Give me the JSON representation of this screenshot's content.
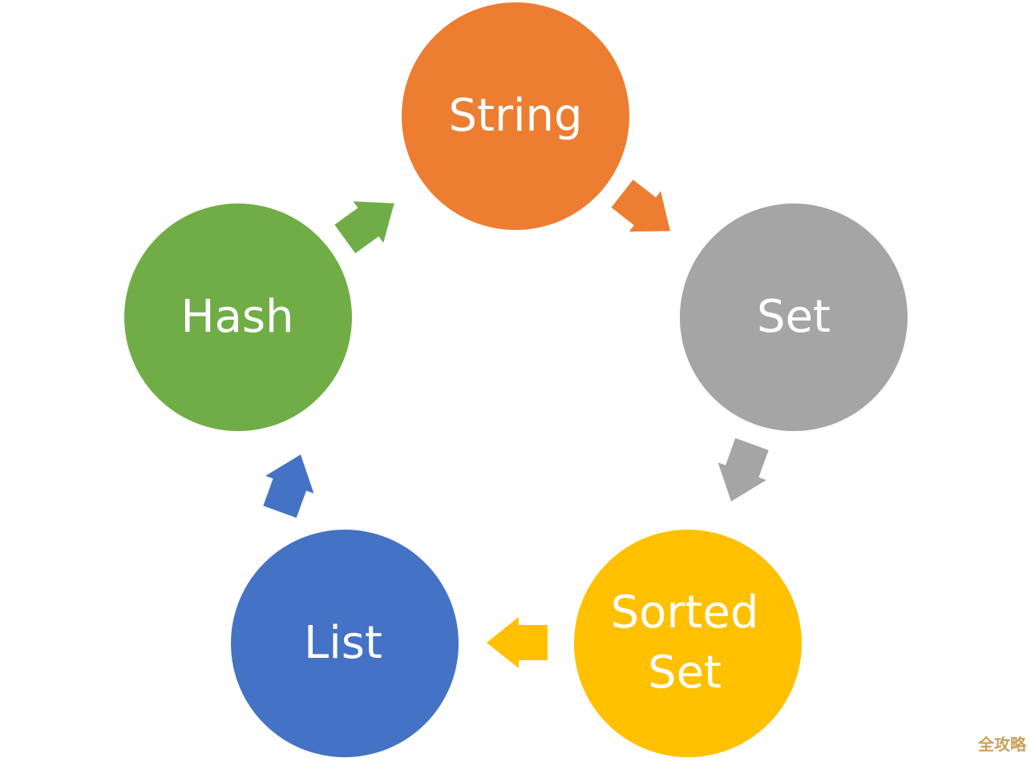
{
  "nodes": [
    {
      "id": "string",
      "lines": [
        "String"
      ],
      "color": "#ED7D31"
    },
    {
      "id": "set",
      "lines": [
        "Set"
      ],
      "color": "#A5A5A5"
    },
    {
      "id": "sorted-set",
      "lines": [
        "Sorted",
        "Set"
      ],
      "color": "#FFC000"
    },
    {
      "id": "list",
      "lines": [
        "List"
      ],
      "color": "#4472C4"
    },
    {
      "id": "hash",
      "lines": [
        "Hash"
      ],
      "color": "#70AD47"
    }
  ],
  "watermark": "全攻略"
}
